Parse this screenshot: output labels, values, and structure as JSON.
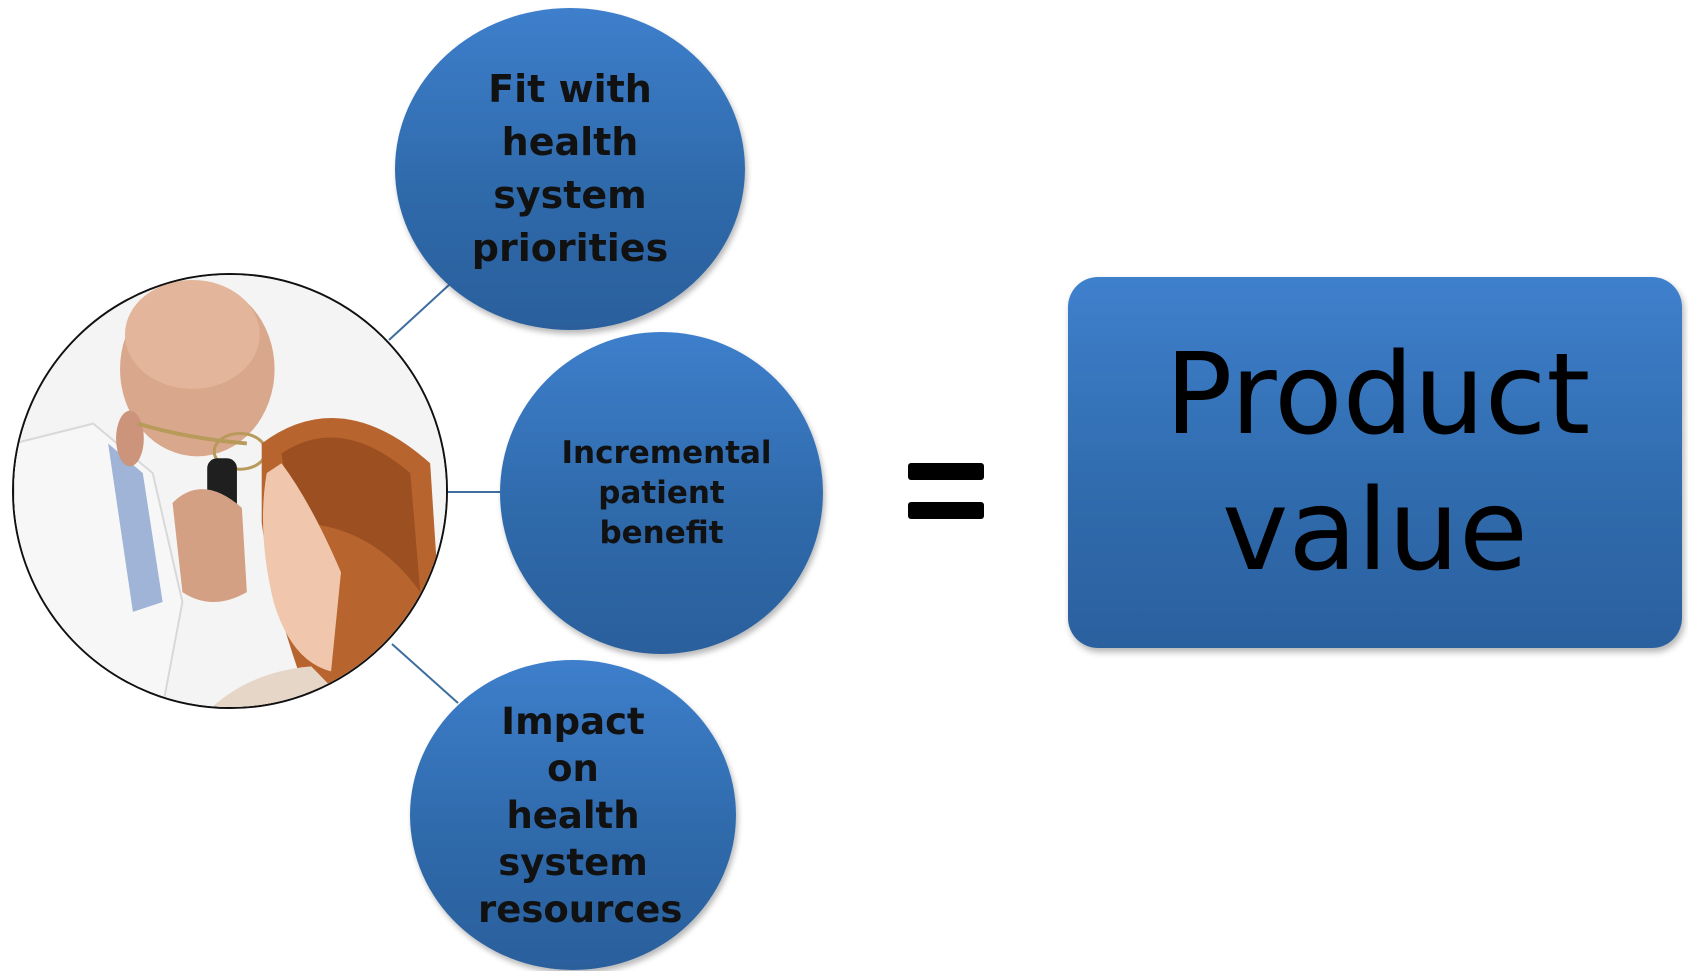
{
  "nodes": [
    {
      "id": "fit",
      "label": "Fit with health system priorities"
    },
    {
      "id": "benefit",
      "label": "Incremental patient benefit"
    },
    {
      "id": "impact",
      "label": "Impact on health system resources"
    }
  ],
  "operator": "=",
  "result": {
    "label": "Product value"
  },
  "image": {
    "subject": "doctor-examining-patient-eye"
  },
  "colors": {
    "node_fill": "#3472b8",
    "connector": "#3d6e9e",
    "text": "#111111"
  }
}
